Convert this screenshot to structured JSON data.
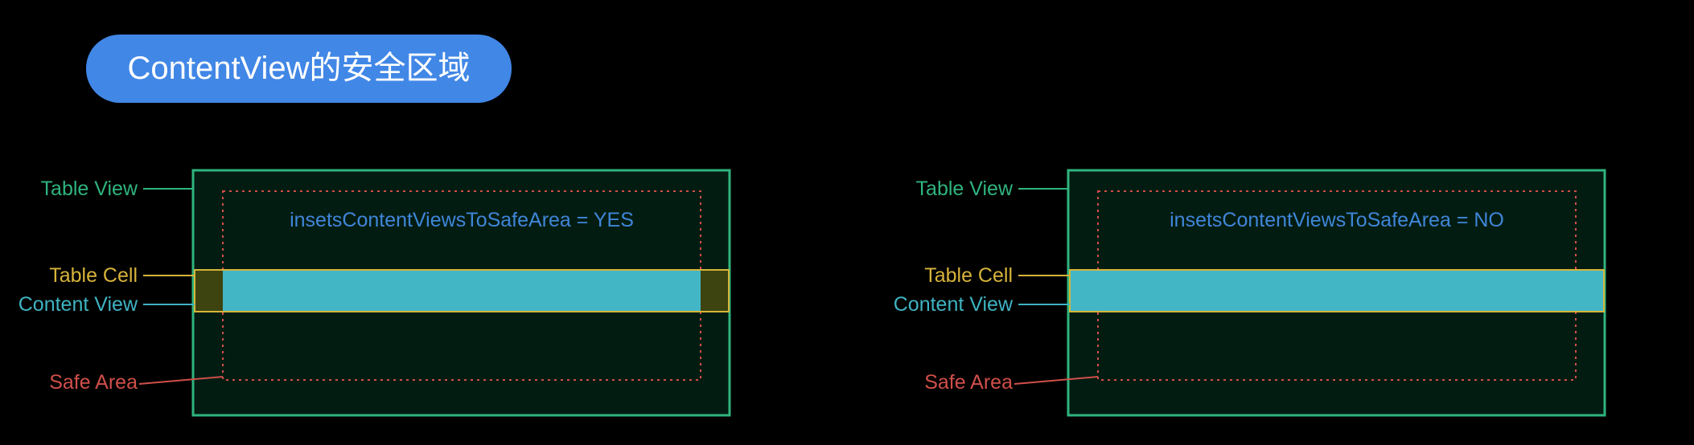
{
  "title": "ContentView的安全区域",
  "labels": {
    "table_view": "Table View",
    "table_cell": "Table Cell",
    "content_view": "Content View",
    "safe_area": "Safe Area"
  },
  "panels": [
    {
      "setting_text": "insetsContentViewsToSafeArea = YES"
    },
    {
      "setting_text": "insetsContentViewsToSafeArea = NO"
    }
  ],
  "colors": {
    "title_bg": "#4187e6",
    "table_view": "#2fb47e",
    "table_view_fill": "#031c12",
    "table_cell": "#d7b43a",
    "content_view": "#43b6c6",
    "safe_area": "#d04f4a",
    "setting_text": "#3f86d8"
  }
}
